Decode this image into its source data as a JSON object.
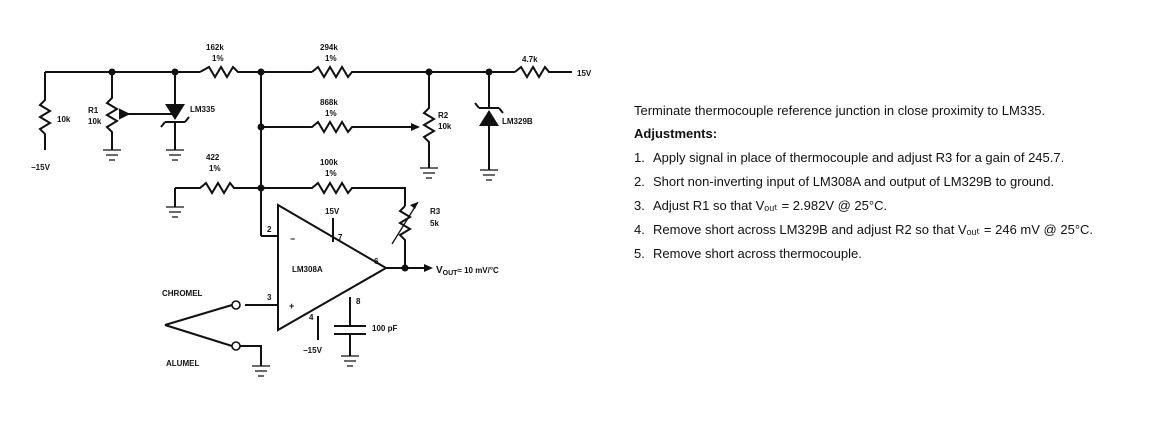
{
  "schematic": {
    "labels": {
      "r_162k": "162k",
      "r_162k_tol": "1%",
      "r_294k": "294k",
      "r_294k_tol": "1%",
      "r_4k7": "4.7k",
      "supply_pos": "15V",
      "r_10k": "10k",
      "r1_name": "R1",
      "r1_val": "10k",
      "lm335": "LM335",
      "neg15_left": "−15V",
      "r_868k": "868k",
      "r_868k_tol": "1%",
      "r2_name": "R2",
      "r2_val": "10k",
      "lm329b": "LM329B",
      "r_422": "422",
      "r_422_tol": "1%",
      "r_100k": "100k",
      "r_100k_tol": "1%",
      "opamp_v": "15V",
      "pin7": "7",
      "r3_name": "R3",
      "r3_val": "5k",
      "pin2": "2",
      "opamp_name": "LM308A",
      "pin6": "6",
      "vout_v": "V",
      "vout_sub": "OUT",
      "vout_rest": "≈ 10 mV/°C",
      "chromel": "CHROMEL",
      "pin3": "3",
      "pin8": "8",
      "pin4": "4",
      "cap": "100 pF",
      "alumel": "ALUMEL",
      "neg15_opamp": "−15V",
      "minus": "−",
      "plus": "+"
    }
  },
  "notes": {
    "intro": "Terminate thermocouple reference junction in close proximity to LM335.",
    "heading": "Adjustments:",
    "steps": [
      {
        "n": "1.",
        "text": "Apply signal in place of thermocouple and adjust R3 for a gain of 245.7."
      },
      {
        "n": "2.",
        "text": "Short non-inverting input of LM308A and output of LM329B to ground."
      },
      {
        "n": "3.",
        "text": "Adjust R1 so that Vₒᵤₜ = 2.982V @ 25°C."
      },
      {
        "n": "4.",
        "text": "Remove short across LM329B and adjust R2 so that Vₒᵤₜ = 246 mV @ 25°C."
      },
      {
        "n": "5.",
        "text": "Remove short across thermocouple."
      }
    ]
  }
}
